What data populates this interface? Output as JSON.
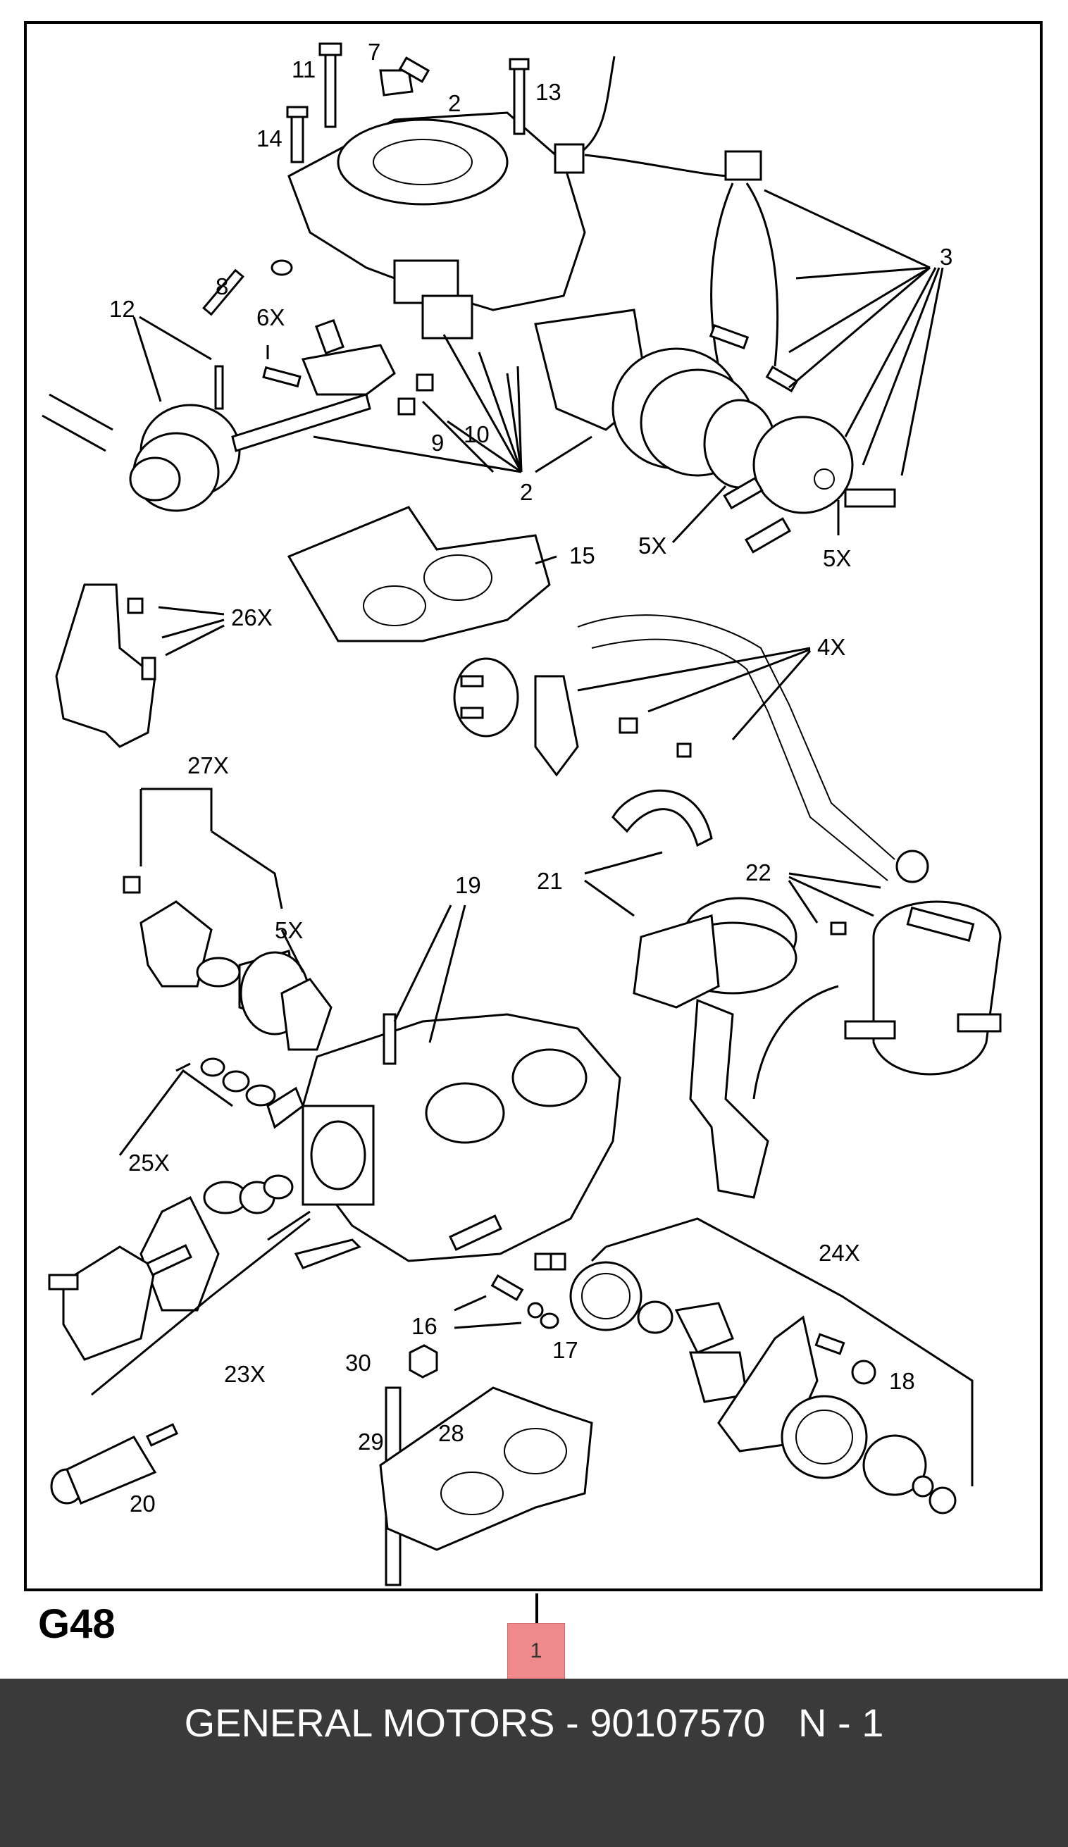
{
  "diagram": {
    "labels": {
      "l1": "11",
      "l2": "7",
      "l3": "2",
      "l4": "13",
      "l5": "14",
      "l6": "3",
      "l7": "8",
      "l8": "6X",
      "l9": "12",
      "l10": "10",
      "l11": "9",
      "l12": "2",
      "l13": "15",
      "l14": "5X",
      "l15": "5X",
      "l16": "26X",
      "l17": "4X",
      "l18": "27X",
      "l19": "19",
      "l20": "21",
      "l21": "22",
      "l22": "5X",
      "l23": "25X",
      "l24": "24X",
      "l25": "23X",
      "l26": "16",
      "l27": "17",
      "l28": "18",
      "l29": "30",
      "l30": "29",
      "l31": "28",
      "l32": "20"
    }
  },
  "section_code": "G48",
  "ref_badge": "1",
  "footer": {
    "text": "GENERAL MOTORS - 90107570   N - 1"
  },
  "colors": {
    "footer_bg": "#3a3a3a",
    "badge_bg": "#f08a8a",
    "line": "#000000"
  }
}
